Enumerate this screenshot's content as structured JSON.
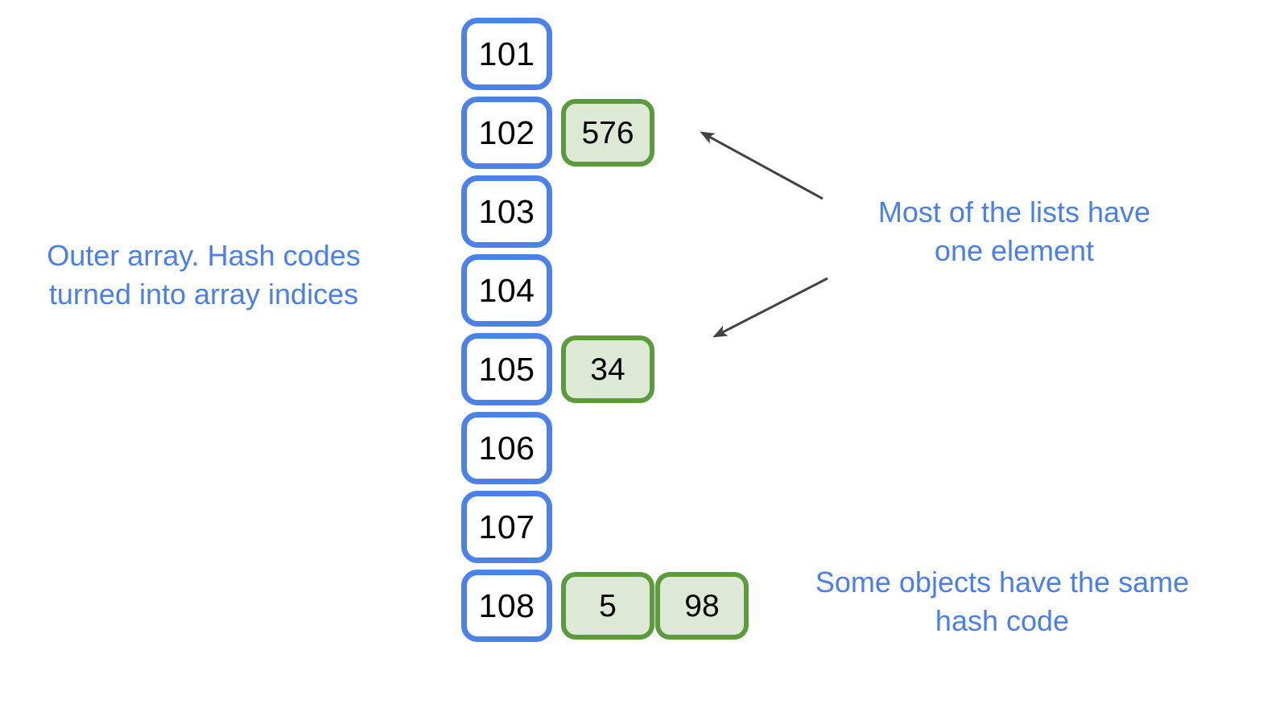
{
  "diagram": {
    "title_colors": {
      "index_border": "#4c82e8",
      "index_fill": "#ffffff",
      "node_border": "#5b9b3c",
      "node_fill": "#dee9d5",
      "annotation_text": "#4a7fe8",
      "arrow": "#434343",
      "value_text": "#000000"
    },
    "buckets": [
      {
        "index": "101",
        "nodes": []
      },
      {
        "index": "102",
        "nodes": [
          "576"
        ]
      },
      {
        "index": "103",
        "nodes": []
      },
      {
        "index": "104",
        "nodes": []
      },
      {
        "index": "105",
        "nodes": [
          "34"
        ]
      },
      {
        "index": "106",
        "nodes": []
      },
      {
        "index": "107",
        "nodes": []
      },
      {
        "index": "108",
        "nodes": [
          "5",
          "98"
        ]
      }
    ],
    "annotations": {
      "outer_array": "Outer array. Hash codes\nturned into array indices",
      "most_lists": "Most of the lists have\none element",
      "same_hash": "Some objects have the same\nhash code"
    }
  }
}
